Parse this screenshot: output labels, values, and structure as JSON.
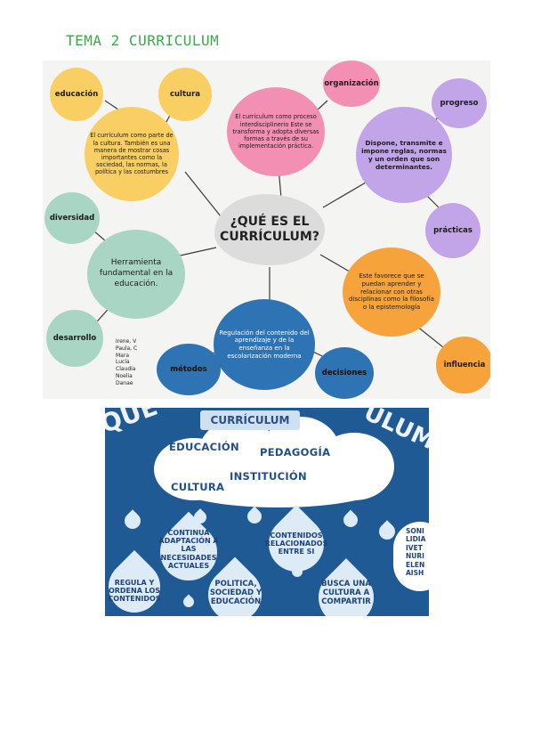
{
  "heading": "TEMA 2 CURRICULUM",
  "mindmap": {
    "center": "¿QUÉ ES EL CURRÍCULUM?",
    "educacion": "educación",
    "cultura": "cultura",
    "cultura_text": "El currículum como parte de la cultura. También es una manera de mostrar cosas importantes como la sociedad, las normas, la política y las costumbres",
    "organizacion": "organización",
    "organizacion_text": "El curriculum como proceso interdisciplinerio Este se transforma y adopta diversas formas a través de su implementación práctica.",
    "progreso": "progreso",
    "dispone_text": "Dispone, transmite e impone reglas, normas y un orden que son determinantes.",
    "practicas": "prácticas",
    "diversidad": "diversidad",
    "herramienta": "Herramienta fundamental en la educación.",
    "desarrollo": "desarrollo",
    "regulacion": "Regulación del contenido del aprendizaje y de la enseñanza en la escolarización moderna",
    "metodos": "métodos",
    "decisiones": "decisiones",
    "favorece": "Este favorece que se puedan aprender y relacionar con otras disciplinas como la filosofía o la epistemología",
    "influencia": "influencia",
    "authors": [
      "Irene, V",
      "Paula, C",
      "Mara",
      "Lucía",
      "Claudia",
      "Noelia",
      "Danae"
    ]
  },
  "poster": {
    "bg_left": "QUÉ",
    "bg_right": "ULUM?",
    "title": "CURRÍCULUM",
    "word1": "EDUCACIÓN",
    "word2": "PEDAGOGÍA",
    "word3": "INSTITUCIÓN",
    "word4": "CULTURA",
    "d1": "CONTINUA ADAPTACIÓN A LAS NECESIDADES ACTUALES",
    "d2": "CONTENIDOS RELACIONADOS ENTRE SI",
    "d3": "REGULA Y ORDENA LOS CONTENIDOS",
    "d4": "POLITICA, SOCIEDAD Y EDUCACIÓN",
    "d5": "BUSCA UNA CULTURA A COMPARTIR",
    "names": [
      "SONI",
      "LIDIA",
      "IVET",
      "NURI",
      "ELEN",
      "AISH"
    ]
  },
  "colors": {
    "heading": "#3fa64a",
    "poster_bg": "#1f5a95",
    "drop": "#dcebf6"
  }
}
